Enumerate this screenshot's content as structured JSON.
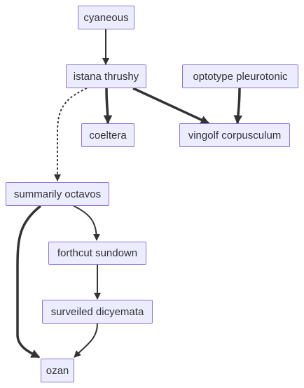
{
  "nodes": {
    "cyaneous": "cyaneous",
    "istana_thrushy": "istana thrushy",
    "optotype_pleurotonic": "optotype pleurotonic",
    "coeltera": "coeltera",
    "vingolf_corpusculum": "vingolf corpusculum",
    "summarily_octavos": "summarily octavos",
    "forthcut_sundown": "forthcut sundown",
    "surveiled_dicyemata": "surveiled dicyemata",
    "ozan": "ozan"
  },
  "edges": [
    {
      "from": "cyaneous",
      "to": "istana thrushy",
      "style": "normal"
    },
    {
      "from": "istana thrushy",
      "to": "coeltera",
      "style": "thick"
    },
    {
      "from": "istana thrushy",
      "to": "vingolf corpusculum",
      "style": "thick"
    },
    {
      "from": "optotype pleurotonic",
      "to": "vingolf corpusculum",
      "style": "thick"
    },
    {
      "from": "istana thrushy",
      "to": "summarily octavos",
      "style": "dotted"
    },
    {
      "from": "summarily octavos",
      "to": "forthcut sundown",
      "style": "normal"
    },
    {
      "from": "summarily octavos",
      "to": "ozan",
      "style": "thick"
    },
    {
      "from": "forthcut sundown",
      "to": "surveiled dicyemata",
      "style": "normal"
    },
    {
      "from": "surveiled dicyemata",
      "to": "ozan",
      "style": "normal"
    }
  ],
  "colors": {
    "node_fill": "#ECECFF",
    "node_border": "#9370DB",
    "edge": "#333333",
    "text": "#333333"
  }
}
